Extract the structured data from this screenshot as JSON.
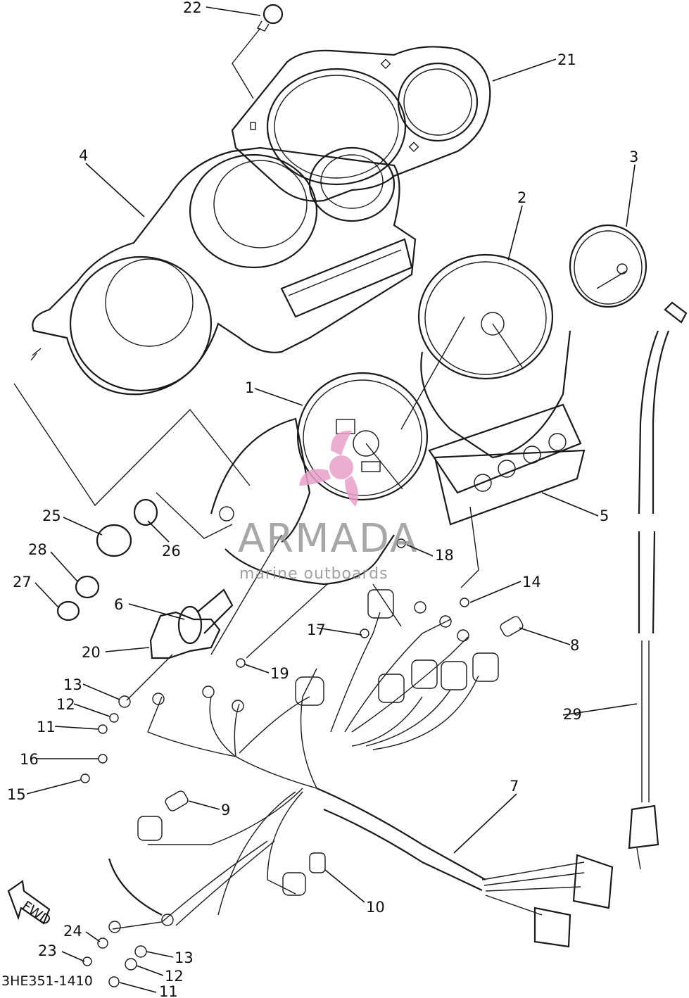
{
  "diagram": {
    "code": "3HE351-1410",
    "fwd_label": "FWD",
    "callouts": [
      {
        "id": "c22",
        "label": "22"
      },
      {
        "id": "c21",
        "label": "21"
      },
      {
        "id": "c4",
        "label": "4"
      },
      {
        "id": "c3",
        "label": "3"
      },
      {
        "id": "c2",
        "label": "2"
      },
      {
        "id": "c1",
        "label": "1"
      },
      {
        "id": "c5",
        "label": "5"
      },
      {
        "id": "c25",
        "label": "25"
      },
      {
        "id": "c26",
        "label": "26"
      },
      {
        "id": "c28",
        "label": "28"
      },
      {
        "id": "c27",
        "label": "27"
      },
      {
        "id": "c18",
        "label": "18"
      },
      {
        "id": "c14",
        "label": "14"
      },
      {
        "id": "c6",
        "label": "6"
      },
      {
        "id": "c17",
        "label": "17"
      },
      {
        "id": "c8",
        "label": "8"
      },
      {
        "id": "c20",
        "label": "20"
      },
      {
        "id": "c19",
        "label": "19"
      },
      {
        "id": "c13a",
        "label": "13"
      },
      {
        "id": "c12a",
        "label": "12"
      },
      {
        "id": "c11a",
        "label": "11"
      },
      {
        "id": "c29",
        "label": "29"
      },
      {
        "id": "c16",
        "label": "16"
      },
      {
        "id": "c15",
        "label": "15"
      },
      {
        "id": "c7",
        "label": "7"
      },
      {
        "id": "c9",
        "label": "9"
      },
      {
        "id": "c10",
        "label": "10"
      },
      {
        "id": "c24",
        "label": "24"
      },
      {
        "id": "c23",
        "label": "23"
      },
      {
        "id": "c13b",
        "label": "13"
      },
      {
        "id": "c12b",
        "label": "12"
      },
      {
        "id": "c11b",
        "label": "11"
      }
    ]
  },
  "watermark": {
    "brand": "ARMADA",
    "tagline": "marine outboards",
    "accent_color": "#e8a0c8"
  }
}
